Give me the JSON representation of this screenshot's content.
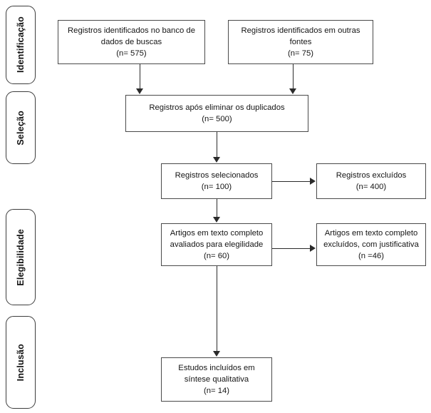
{
  "diagram": {
    "title": "PRISMA flow diagram",
    "language": "pt-BR",
    "border_color": "#4a4a4a",
    "line_color": "#2b2b2b",
    "background_color": "#ffffff"
  },
  "stages": [
    {
      "id": "identificacao",
      "label": "Identificação"
    },
    {
      "id": "selecao",
      "label": "Seleção"
    },
    {
      "id": "elegibilidade",
      "label": "Elegibilidade"
    },
    {
      "id": "inclusao",
      "label": "Inclusão"
    }
  ],
  "boxes": {
    "database_records": {
      "text": "Registros identificados no banco de\ndados de buscas\n(n= 575)",
      "count": 575
    },
    "other_sources": {
      "text": "Registros identificados em outras\nfontes\n(n= 75)",
      "count": 75
    },
    "after_duplicates": {
      "text": "Registros após eliminar os duplicados\n(n= 500)",
      "count": 500
    },
    "screened": {
      "text": "Registros selecionados\n(n= 100)",
      "count": 100
    },
    "excluded": {
      "text": "Registros excluídos\n(n= 400)",
      "count": 400
    },
    "fulltext_assessed": {
      "text": "Artigos em texto completo\navaliados para elegilidade\n(n= 60)",
      "count": 60
    },
    "fulltext_excluded": {
      "text": "Artigos em texto completo\nexcluídos, com justificativa\n(n =46)",
      "count": 46
    },
    "included": {
      "text": "Estudos incluídos em\nsíntese qualitativa\n(n= 14)",
      "count": 14
    }
  }
}
